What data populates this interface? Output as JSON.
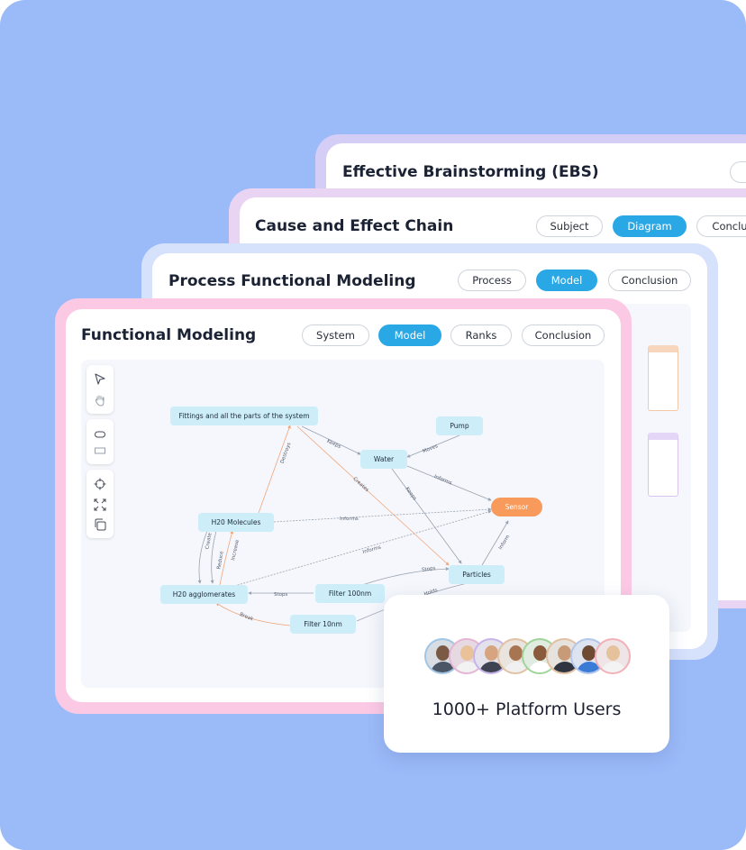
{
  "cards": {
    "ebs": {
      "title": "Effective Brainstorming (EBS)"
    },
    "cause": {
      "title": "Cause and Effect Chain",
      "tabs": [
        "Subject",
        "Diagram",
        "Conclus"
      ],
      "active_tab": "Diagram"
    },
    "process": {
      "title": "Process Functional Modeling",
      "tabs": [
        "Process",
        "Model",
        "Conclusion"
      ],
      "active_tab": "Model"
    },
    "functional": {
      "title": "Functional Modeling",
      "tabs": [
        "System",
        "Model",
        "Ranks",
        "Conclusion"
      ],
      "active_tab": "Model"
    }
  },
  "toolbar": {
    "icons": [
      "pointer-icon",
      "hand-icon",
      "rounded-rect-icon",
      "rect-icon",
      "crosshair-icon",
      "fit-view-icon",
      "copy-icon"
    ]
  },
  "diagram": {
    "nodes": {
      "fittings": "Fittings and all the parts of the system",
      "water": "Water",
      "pump": "Pump",
      "sensor": "Sensor",
      "h20_molecules": "H20 Molecules",
      "particles": "Particles",
      "h20_agglomerates": "H20 agglomerates",
      "filter_100nm": "Filter 100nm",
      "filter_10nm": "Filter 10nm"
    },
    "edges": {
      "keeps1": "Keeps",
      "moves": "Moves",
      "informs1": "Informs",
      "keeps2": "Keeps",
      "creates1": "Creates",
      "destroys": "Destroys",
      "informs2": "Informs",
      "informs3": "Informs",
      "informs4": "Inform",
      "create": "Create",
      "reduce": "Reduce",
      "increase": "Increase",
      "stops1": "Stops",
      "stops2": "Stops",
      "holds": "Holds",
      "break": "Break"
    },
    "colors": {
      "node": "#cdeef9",
      "sensor": "#f89a5b",
      "gray_edge": "#9aa3b0",
      "orange_edge": "#f0a57a"
    }
  },
  "users": {
    "label": "1000+ Platform Users",
    "avatar_ring_colors": [
      "#9fc6e6",
      "#e4b5d4",
      "#c8b3ea",
      "#e2c1a3",
      "#9fd49a",
      "#e2c1a3",
      "#b3c6ec",
      "#f2b0b9"
    ]
  },
  "colors": {
    "background": "#9bbaf8",
    "accent": "#2aa8e6"
  }
}
